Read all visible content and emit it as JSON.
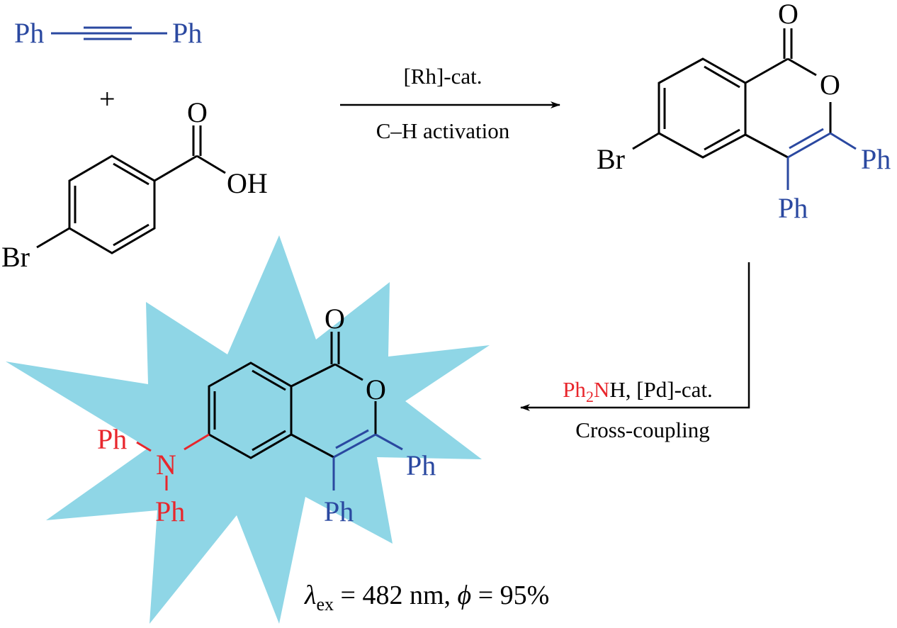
{
  "colors": {
    "blue": "#2a48a0",
    "red": "#e8262c",
    "burst": "#8fd6e6",
    "black": "#000000"
  },
  "reactants": {
    "alkyne": {
      "left": "Ph",
      "right": "Ph"
    },
    "plus": "+",
    "acid": {
      "carbonyl_o": "O",
      "oh": "OH",
      "halogen": "Br"
    }
  },
  "step1": {
    "above": "[Rh]-cat.",
    "below": "C–H activation"
  },
  "intermediate": {
    "carbonyl_o": "O",
    "ring_o": "O",
    "halogen": "Br",
    "ph3": "Ph",
    "ph4": "Ph"
  },
  "step2": {
    "reagent": "Ph",
    "reagent_sub": "2",
    "reagent_n": "N",
    "rest": "H, [Pd]-cat.",
    "below": "Cross-coupling"
  },
  "product": {
    "carbonyl_o": "O",
    "ring_o": "O",
    "n": "N",
    "nph_left": "Ph",
    "nph_bottom": "Ph",
    "ph3": "Ph",
    "ph4": "Ph"
  },
  "photophysics": {
    "lambda": "λ",
    "lambda_sub": "ex",
    "lambda_value": " = 482 nm, ",
    "phi": "ϕ",
    "phi_value": " = 95%"
  }
}
